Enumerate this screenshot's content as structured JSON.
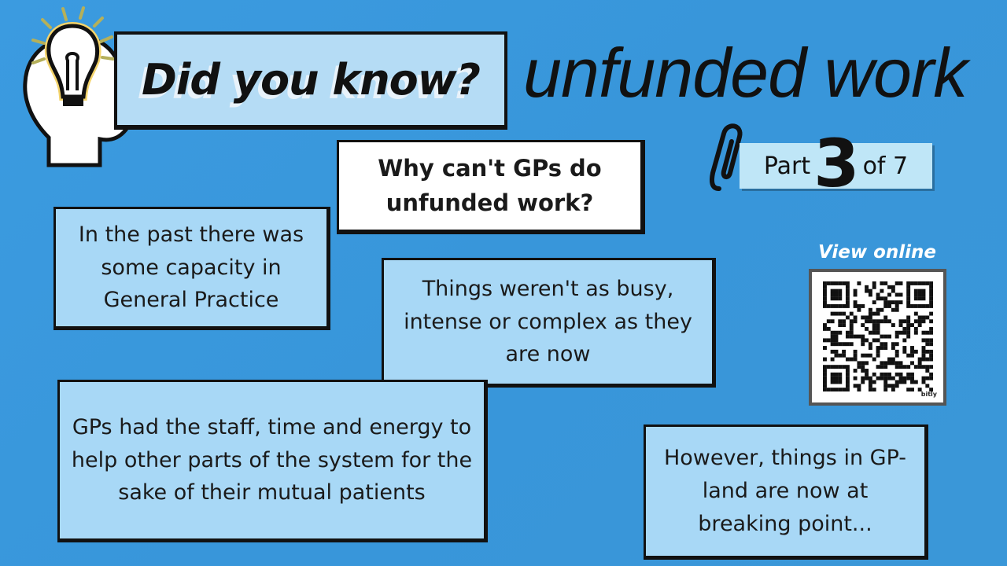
{
  "header": {
    "did_you_know": "Did you know?",
    "title": "unfunded work",
    "part_prefix": "Part",
    "part_number": "3",
    "part_suffix": "of 7"
  },
  "question": "Why can't GPs do unfunded work?",
  "cards": [
    {
      "text": "In the past there was some capacity in General Practice"
    },
    {
      "text": "Things weren't as busy, intense or complex as they are now"
    },
    {
      "text": "GPs had the staff, time and energy to help other parts of the system for the sake of their mutual patients"
    },
    {
      "text": "However, things in GP-land are now at breaking point..."
    }
  ],
  "qr": {
    "label": "View online",
    "brand": "bitly"
  },
  "colors": {
    "background": "#3896da",
    "card": "#a8d8f6",
    "bulb_glow": "#f3d36b"
  },
  "icons": [
    "head-with-lightbulb-icon",
    "paperclip-icon",
    "qr-code-icon"
  ]
}
